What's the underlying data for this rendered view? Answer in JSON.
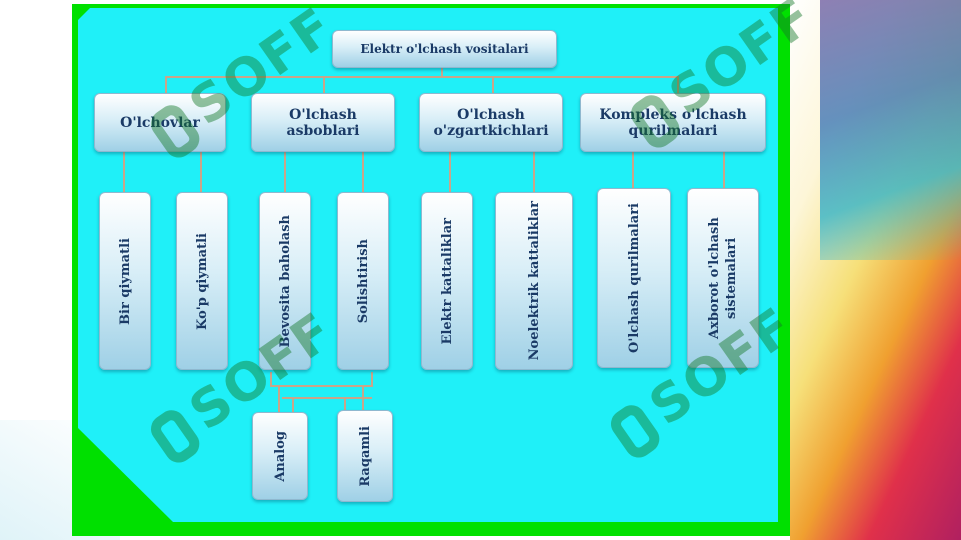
{
  "diagram": {
    "title": "Elektr o'lchash vositalari",
    "categories": [
      {
        "label": "O'lchovlar",
        "children": [
          "Bir qiymatli",
          "Ko'p qiymatli"
        ]
      },
      {
        "label": "O'lchash asboblari",
        "children": [
          "Bevosita baholash",
          "Solishtirish"
        ]
      },
      {
        "label": "O'lchash o'zgartkichlari",
        "children": [
          "Elektr kattaliklar",
          "Noelektrik kattaliklar"
        ]
      },
      {
        "label": "Kompleks o'lchash qurilmalari",
        "children": [
          "O'lchash qurilmalari",
          "Axborot o'lchash sistemalari"
        ]
      }
    ],
    "subtypes": [
      "Analog",
      "Raqamli"
    ]
  },
  "watermark": {
    "text": "SOFF"
  },
  "colors": {
    "panel": "#1ff0f8",
    "frame": "#00e000",
    "text": "#1a3a66",
    "connector": "#c9a58a"
  }
}
